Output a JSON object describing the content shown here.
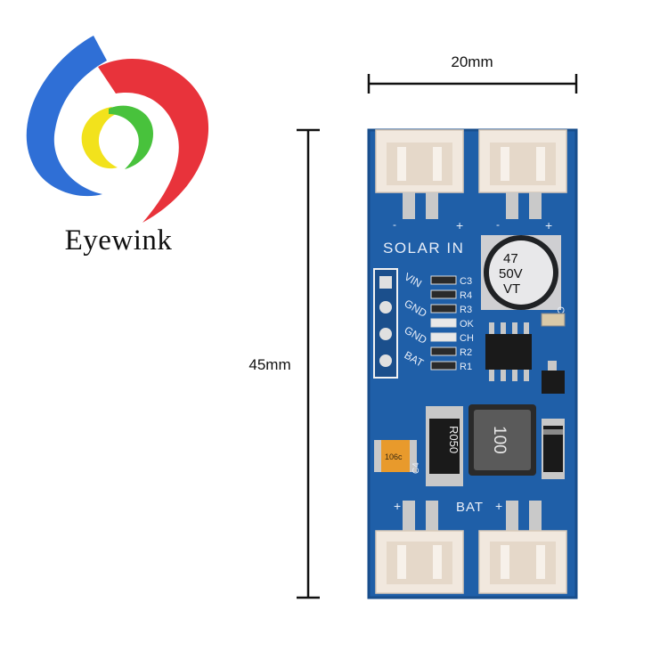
{
  "brand": {
    "name": "Eyewink"
  },
  "dimensions": {
    "width_label": "20mm",
    "height_label": "45mm"
  },
  "board": {
    "solar_label": "SOLAR IN",
    "bat_label": "BAT",
    "pins": [
      "VIN",
      "GND",
      "GND",
      "BAT"
    ],
    "parts": [
      "C3",
      "R4",
      "R3",
      "OK",
      "CH",
      "R2",
      "R1"
    ],
    "cap_c2": "C2",
    "cap_c4": "C4",
    "capacitor_lines": [
      "47",
      "50V",
      "VT"
    ],
    "resistor_marking": "R050",
    "inductor_marking": "100",
    "tantalum_marking": "106c",
    "polarity_minus": "-",
    "polarity_plus": "+"
  },
  "colors": {
    "pcb": "#1f5fa8",
    "pcb_dark": "#184e8c",
    "connector": "#f1e8de",
    "logo_blue": "#2f6fd6",
    "logo_red": "#e8333b",
    "logo_yellow": "#f2e21c",
    "logo_green": "#48c23c"
  }
}
